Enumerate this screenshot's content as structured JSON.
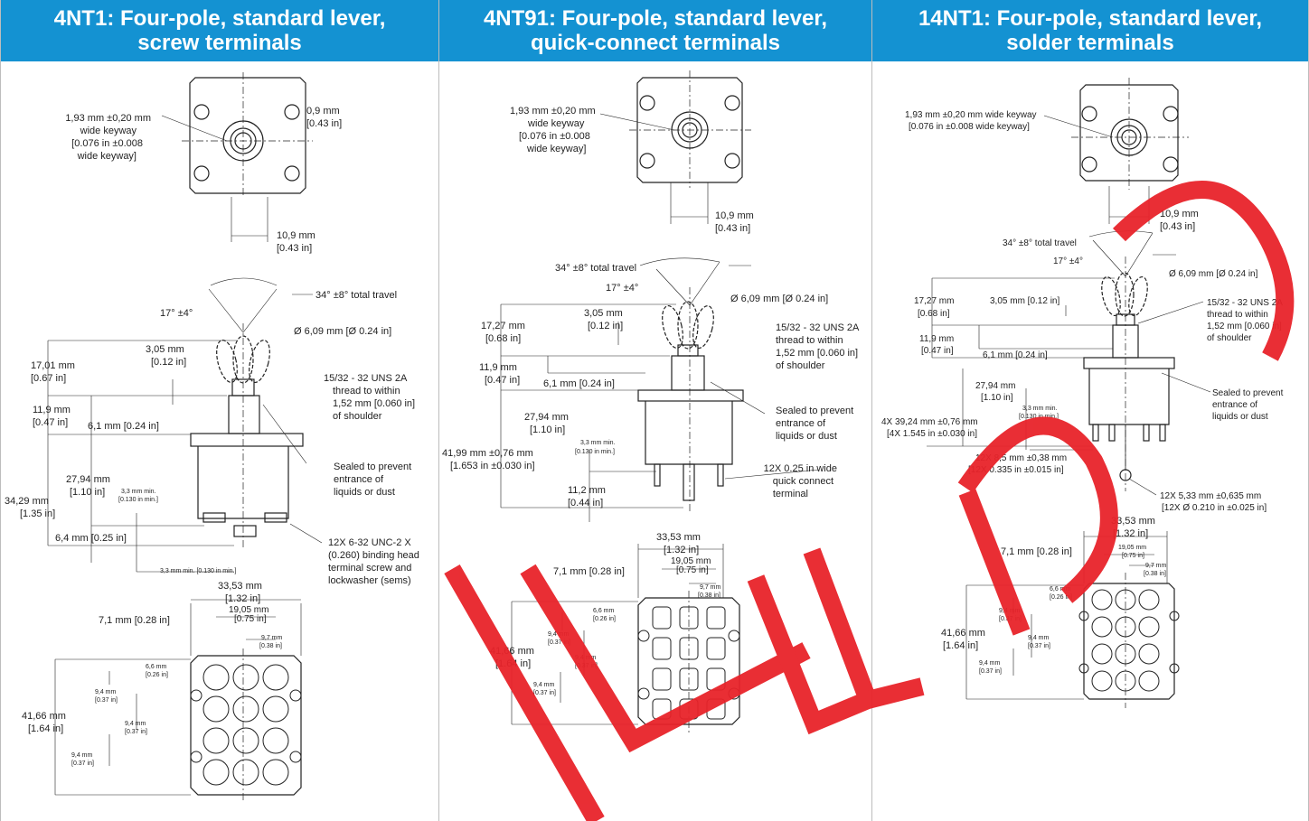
{
  "panels": [
    {
      "title_line1": "4NT1: Four-pole, standard lever,",
      "title_line2": "screw terminals",
      "labels": {
        "keyway_1": "1,93 mm ±0,20 mm",
        "keyway_2": "wide keyway",
        "keyway_3": "[0.076 in ±0.008",
        "keyway_4": "wide keyway]",
        "hole_mm": "0,9 mm",
        "hole_in": "[0.43 in]",
        "spacing_mm": "10,9 mm",
        "spacing_in": "[0.43 in]",
        "travel": "34° ±8° total travel",
        "angle": "17° ±4°",
        "diam": "Ø 6,09 mm [Ø 0.24 in]",
        "d305_mm": "3,05 mm",
        "d305_in": "[0.12 in]",
        "d1701_mm": "17,01 mm",
        "d1701_in": "[0.67 in]",
        "thread_1": "15/32 - 32 UNS 2A",
        "thread_2": "thread to within",
        "thread_3": "1,52 mm [0.060 in]",
        "thread_4": "of shoulder",
        "d119_mm": "11,9 mm",
        "d119_in": "[0.47 in]",
        "d61": "6,1 mm [0.24 in]",
        "sealed_1": "Sealed to prevent",
        "sealed_2": "entrance of",
        "sealed_3": "liquids or dust",
        "d2794_mm": "27,94 mm",
        "d2794_in": "[1.10 in]",
        "d33min_mm": "3,3 mm min.",
        "d33min_in": "[0.130 in min.]",
        "d3429_mm": "34,29 mm",
        "d3429_in": "[1.35 in]",
        "d64": "6,4 mm [0.25 in]",
        "screw_1": "12X 6-32 UNC-2 X",
        "screw_2": "(0.260) binding head",
        "screw_3": "terminal screw and",
        "screw_4": "lockwasher (sems)",
        "d33min_full": "3,3 mm min. [0.130 in min.]",
        "d3353_mm": "33,53 mm",
        "d3353_in": "[1.32 in]",
        "d1905_mm": "19,05 mm",
        "d1905_in": "[0.75 in]",
        "d71": "7,1 mm [0.28 in]",
        "d97_mm": "9,7 mm",
        "d97_in": "[0.38 in]",
        "d66_mm": "6,6 mm",
        "d66_in": "[0.26 in]",
        "d94_mm": "9,4 mm",
        "d94_in": "[0.37 in]",
        "d4166_mm": "41,66 mm",
        "d4166_in": "[1.64 in]"
      }
    },
    {
      "title_line1": "4NT91: Four-pole, standard lever,",
      "title_line2": "quick-connect terminals",
      "labels": {
        "keyway_1": "1,93 mm ±0,20 mm",
        "keyway_2": "wide keyway",
        "keyway_3": "[0.076 in ±0.008",
        "keyway_4": "wide keyway]",
        "spacing_mm": "10,9 mm",
        "spacing_in": "[0.43 in]",
        "travel": "34° ±8° total travel",
        "angle": "17° ±4°",
        "diam": "Ø 6,09 mm [Ø 0.24 in]",
        "d305_mm": "3,05 mm",
        "d305_in": "[0.12 in]",
        "d1727_mm": "17,27 mm",
        "d1727_in": "[0.68 in]",
        "thread_1": "15/32 - 32 UNS 2A",
        "thread_2": "thread to within",
        "thread_3": "1,52 mm [0.060 in]",
        "thread_4": "of shoulder",
        "d119_mm": "11,9 mm",
        "d119_in": "[0.47 in]",
        "d61": "6,1 mm [0.24 in]",
        "d2794_mm": "27,94 mm",
        "d2794_in": "[1.10 in]",
        "sealed_1": "Sealed to prevent",
        "sealed_2": "entrance of",
        "sealed_3": "liquids or dust",
        "d33min_mm": "3,3 mm min.",
        "d33min_in": "[0.130 in min.]",
        "d4199_mm": "41,99 mm ±0,76 mm",
        "d4199_in": "[1.653 in ±0.030 in]",
        "qc_1": "12X 0.25 in wide",
        "qc_2": "quick connect",
        "qc_3": "terminal",
        "d112_mm": "11,2 mm",
        "d112_in": "[0.44 in]",
        "d3353_mm": "33,53 mm",
        "d3353_in": "[1.32 in]",
        "d1905_mm": "19,05 mm",
        "d1905_in": "[0.75 in]",
        "d71": "7,1 mm [0.28 in]",
        "d97_mm": "9,7 mm",
        "d97_in": "[0.38 in]",
        "d66_mm": "6,6 mm",
        "d66_in": "[0.26 in]",
        "d94_mm": "9,4 mm",
        "d94_in": "[0.37 in]",
        "d4166_mm": "41,66 mm",
        "d4166_in": "[1.64 in]"
      }
    },
    {
      "title_line1": "14NT1: Four-pole, standard lever,",
      "title_line2": "solder terminals",
      "labels": {
        "keyway_1": "1,93 mm ±0,20 mm wide keyway",
        "keyway_2": "[0.076 in ±0.008 wide keyway]",
        "spacing_mm": "10,9 mm",
        "spacing_in": "[0.43 in]",
        "travel": "34° ±8° total travel",
        "angle": "17° ±4°",
        "diam": "Ø 6,09 mm [Ø 0.24 in]",
        "d1727_mm": "17,27 mm",
        "d1727_in": "[0.68 in]",
        "d305": "3,05 mm [0.12 in]",
        "thread_1": "15/32 - 32 UNS 2A",
        "thread_2": "thread to within",
        "thread_3": "1,52 mm [0.060 in]",
        "thread_4": "of shoulder",
        "d119_mm": "11,9 mm",
        "d119_in": "[0.47 in]",
        "d61": "6,1 mm [0.24 in]",
        "d2794_mm": "27,94 mm",
        "d2794_in": "[1.10 in]",
        "sealed_1": "Sealed to prevent",
        "sealed_2": "entrance of",
        "sealed_3": "liquids or dust",
        "d33min_mm": "3,3 mm min.",
        "d33min_in": "[0.130 in min.]",
        "d3924_mm": "4X 39,24 mm ±0,76 mm",
        "d3924_in": "[4X 1.545 in ±0.030 in]",
        "d85_mm": "12X 8,5 mm ±0,38 mm",
        "d85_in": "[12X 0.335 in ±0.015 in]",
        "d533_mm": "12X 5,33 mm ±0,635 mm",
        "d533_in": "[12X Ø 0.210 in ±0.025 in]",
        "d3353_mm": "33,53 mm",
        "d3353_in": "[1.32 in]",
        "d1905_mm": "19,05 mm",
        "d1905_in": "[0.75 in]",
        "d71": "7,1 mm [0.28 in]",
        "d97_mm": "9,7 mm",
        "d97_in": "[0.38 in]",
        "d66_mm": "6,6 mm",
        "d66_in": "[0.26 in]",
        "d94_mm": "9,4 mm",
        "d94_in": "[0.37 in]",
        "d4166_mm": "41,66 mm",
        "d4166_in": "[1.64 in]"
      }
    }
  ],
  "colors": {
    "header_bg": "#1492d2",
    "watermark": "#e8232a"
  }
}
